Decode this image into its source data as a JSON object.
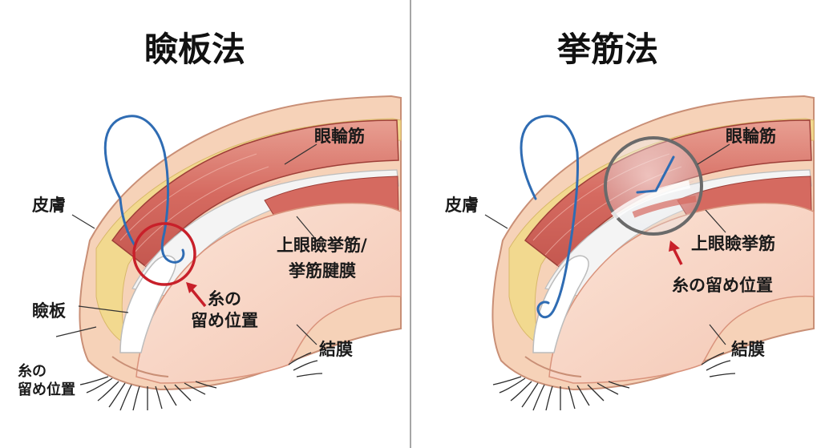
{
  "panels": [
    {
      "title": "瞼板法",
      "labels": {
        "skin": "皮膚",
        "orbicularis": "眼輪筋",
        "levator": "上眼瞼挙筋/",
        "aponeurosis": "挙筋腱膜",
        "suture_position": "糸の\n留め位置",
        "tarsus": "瞼板",
        "conjunctiva": "結膜",
        "suture_position_lower": "糸の\n留め位置"
      }
    },
    {
      "title": "挙筋法",
      "labels": {
        "skin": "皮膚",
        "orbicularis": "眼輪筋",
        "levator": "上眼瞼挙筋",
        "suture_position": "糸の留め位置",
        "conjunctiva": "結膜"
      }
    }
  ],
  "colors": {
    "skin": "#f7d9c0",
    "fat": "#f3dc97",
    "muscle": "#d56a60",
    "aponeurosis": "#eeeeee",
    "conjunctiva": "#f9ddd0",
    "suture": "#2f6cb3",
    "marker": "#c8202a",
    "divider": "#888888"
  }
}
